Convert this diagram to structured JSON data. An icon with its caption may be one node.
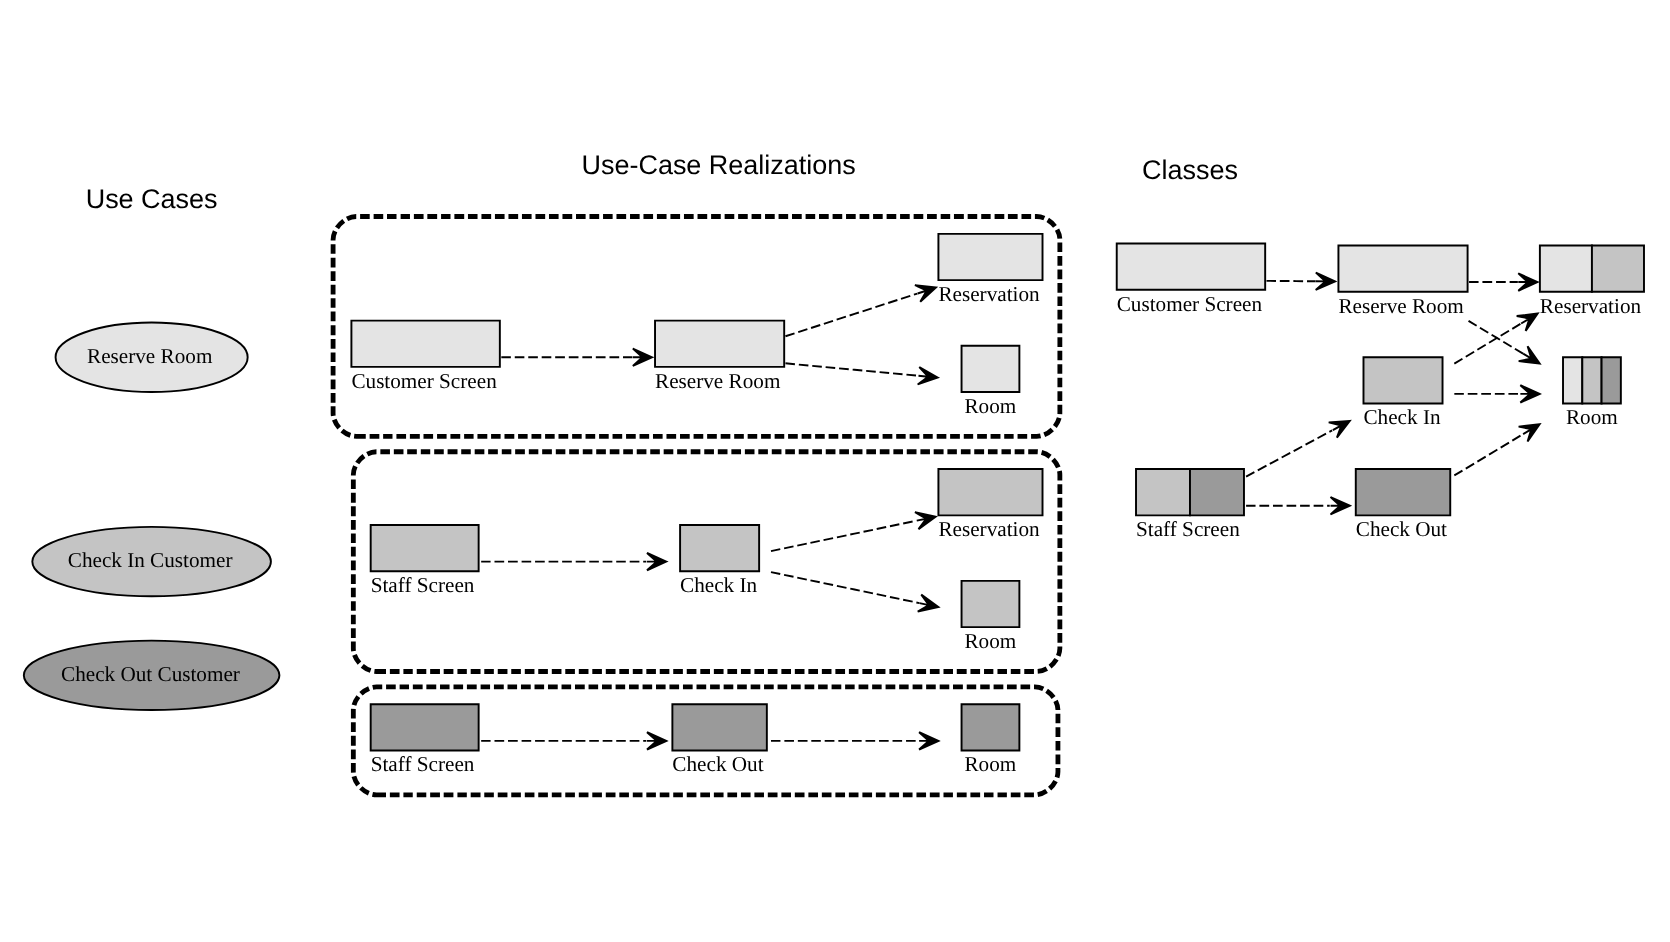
{
  "diagram": {
    "nodes": [
      {
        "text": [
          "Reserve Room"
        ]
      },
      {
        "text": [
          "Check In Customer"
        ]
      },
      {
        "text": [
          "Check Out Customer"
        ]
      },
      {
        "text": [],
        "shape": "ellipse"
      },
      {
        "text": [
          "Customer Screen"
        ],
        "in": 3
      },
      {
        "text": [
          "Reserve Room"
        ],
        "in": 3
      },
      {
        "text": [
          "Room"
        ],
        "in": 3
      },
      {
        "text": [
          "Reservation"
        ],
        "in": 3
      },
      {
        "text": [],
        "shape": "ellipse"
      },
      {
        "text": [
          "Staff Screen"
        ],
        "in": 8
      },
      {
        "text": [
          "Check In"
        ],
        "in": 8
      },
      {
        "text": [
          "Room"
        ],
        "in": 8
      },
      {
        "text": [
          "Reservation"
        ],
        "in": 8
      },
      {
        "text": [],
        "shape": "ellipse"
      },
      {
        "text": [
          "Staff Screen"
        ],
        "in": 13
      },
      {
        "text": [
          "Check Out"
        ],
        "in": 13
      },
      {
        "text": [
          "Room"
        ],
        "in": 13
      },
      {
        "text": [
          "Customer Screen"
        ]
      },
      {
        "text": [
          "Reserve Room"
        ]
      },
      {
        "text": [
          "Reservation"
        ]
      },
      {
        "text": [
          "Check In"
        ]
      },
      {
        "text": [
          "Staff Screen"
        ]
      },
      {
        "text": [
          "Check Out"
        ]
      },
      {
        "text": [
          "Room"
        ]
      }
    ],
    "edges": [
      {
        "from": 4,
        "to": 5,
        "arrow": "to",
        "style": "dashed"
      },
      {
        "from": 5,
        "to": 6,
        "arrow": "to",
        "style": "dashed"
      },
      {
        "from": 5,
        "to": 7,
        "arrow": "to",
        "style": "dashed"
      },
      {
        "from": 9,
        "to": 10,
        "arrow": "to",
        "style": "dashed"
      },
      {
        "from": 10,
        "to": 12,
        "arrow": "to",
        "style": "dashed"
      },
      {
        "from": 10,
        "to": 11,
        "arrow": "to",
        "style": "dashed"
      },
      {
        "from": 14,
        "to": 15,
        "arrow": "to",
        "style": "dashed"
      },
      {
        "from": 15,
        "to": 16,
        "arrow": "to",
        "style": "dashed"
      },
      {
        "from": 17,
        "to": 18,
        "arrow": "to",
        "style": "dashed"
      },
      {
        "from": 18,
        "to": 19,
        "arrow": "to",
        "style": "dashed"
      },
      {
        "from": 18,
        "to": 23,
        "arrow": "to",
        "style": "dashed"
      },
      {
        "from": 20,
        "to": 19,
        "arrow": "to",
        "style": "dashed"
      },
      {
        "from": 20,
        "to": 23,
        "arrow": "to",
        "style": "dashed"
      },
      {
        "from": 21,
        "to": 20,
        "arrow": "to",
        "style": "dashed"
      },
      {
        "from": 21,
        "to": 22,
        "arrow": "to",
        "style": "dashed"
      },
      {
        "from": 22,
        "to": 23,
        "arrow": "to",
        "style": "dashed"
      }
    ],
    "labels": [
      "Use Cases",
      "Use-Case Realizations",
      "Classes"
    ]
  }
}
